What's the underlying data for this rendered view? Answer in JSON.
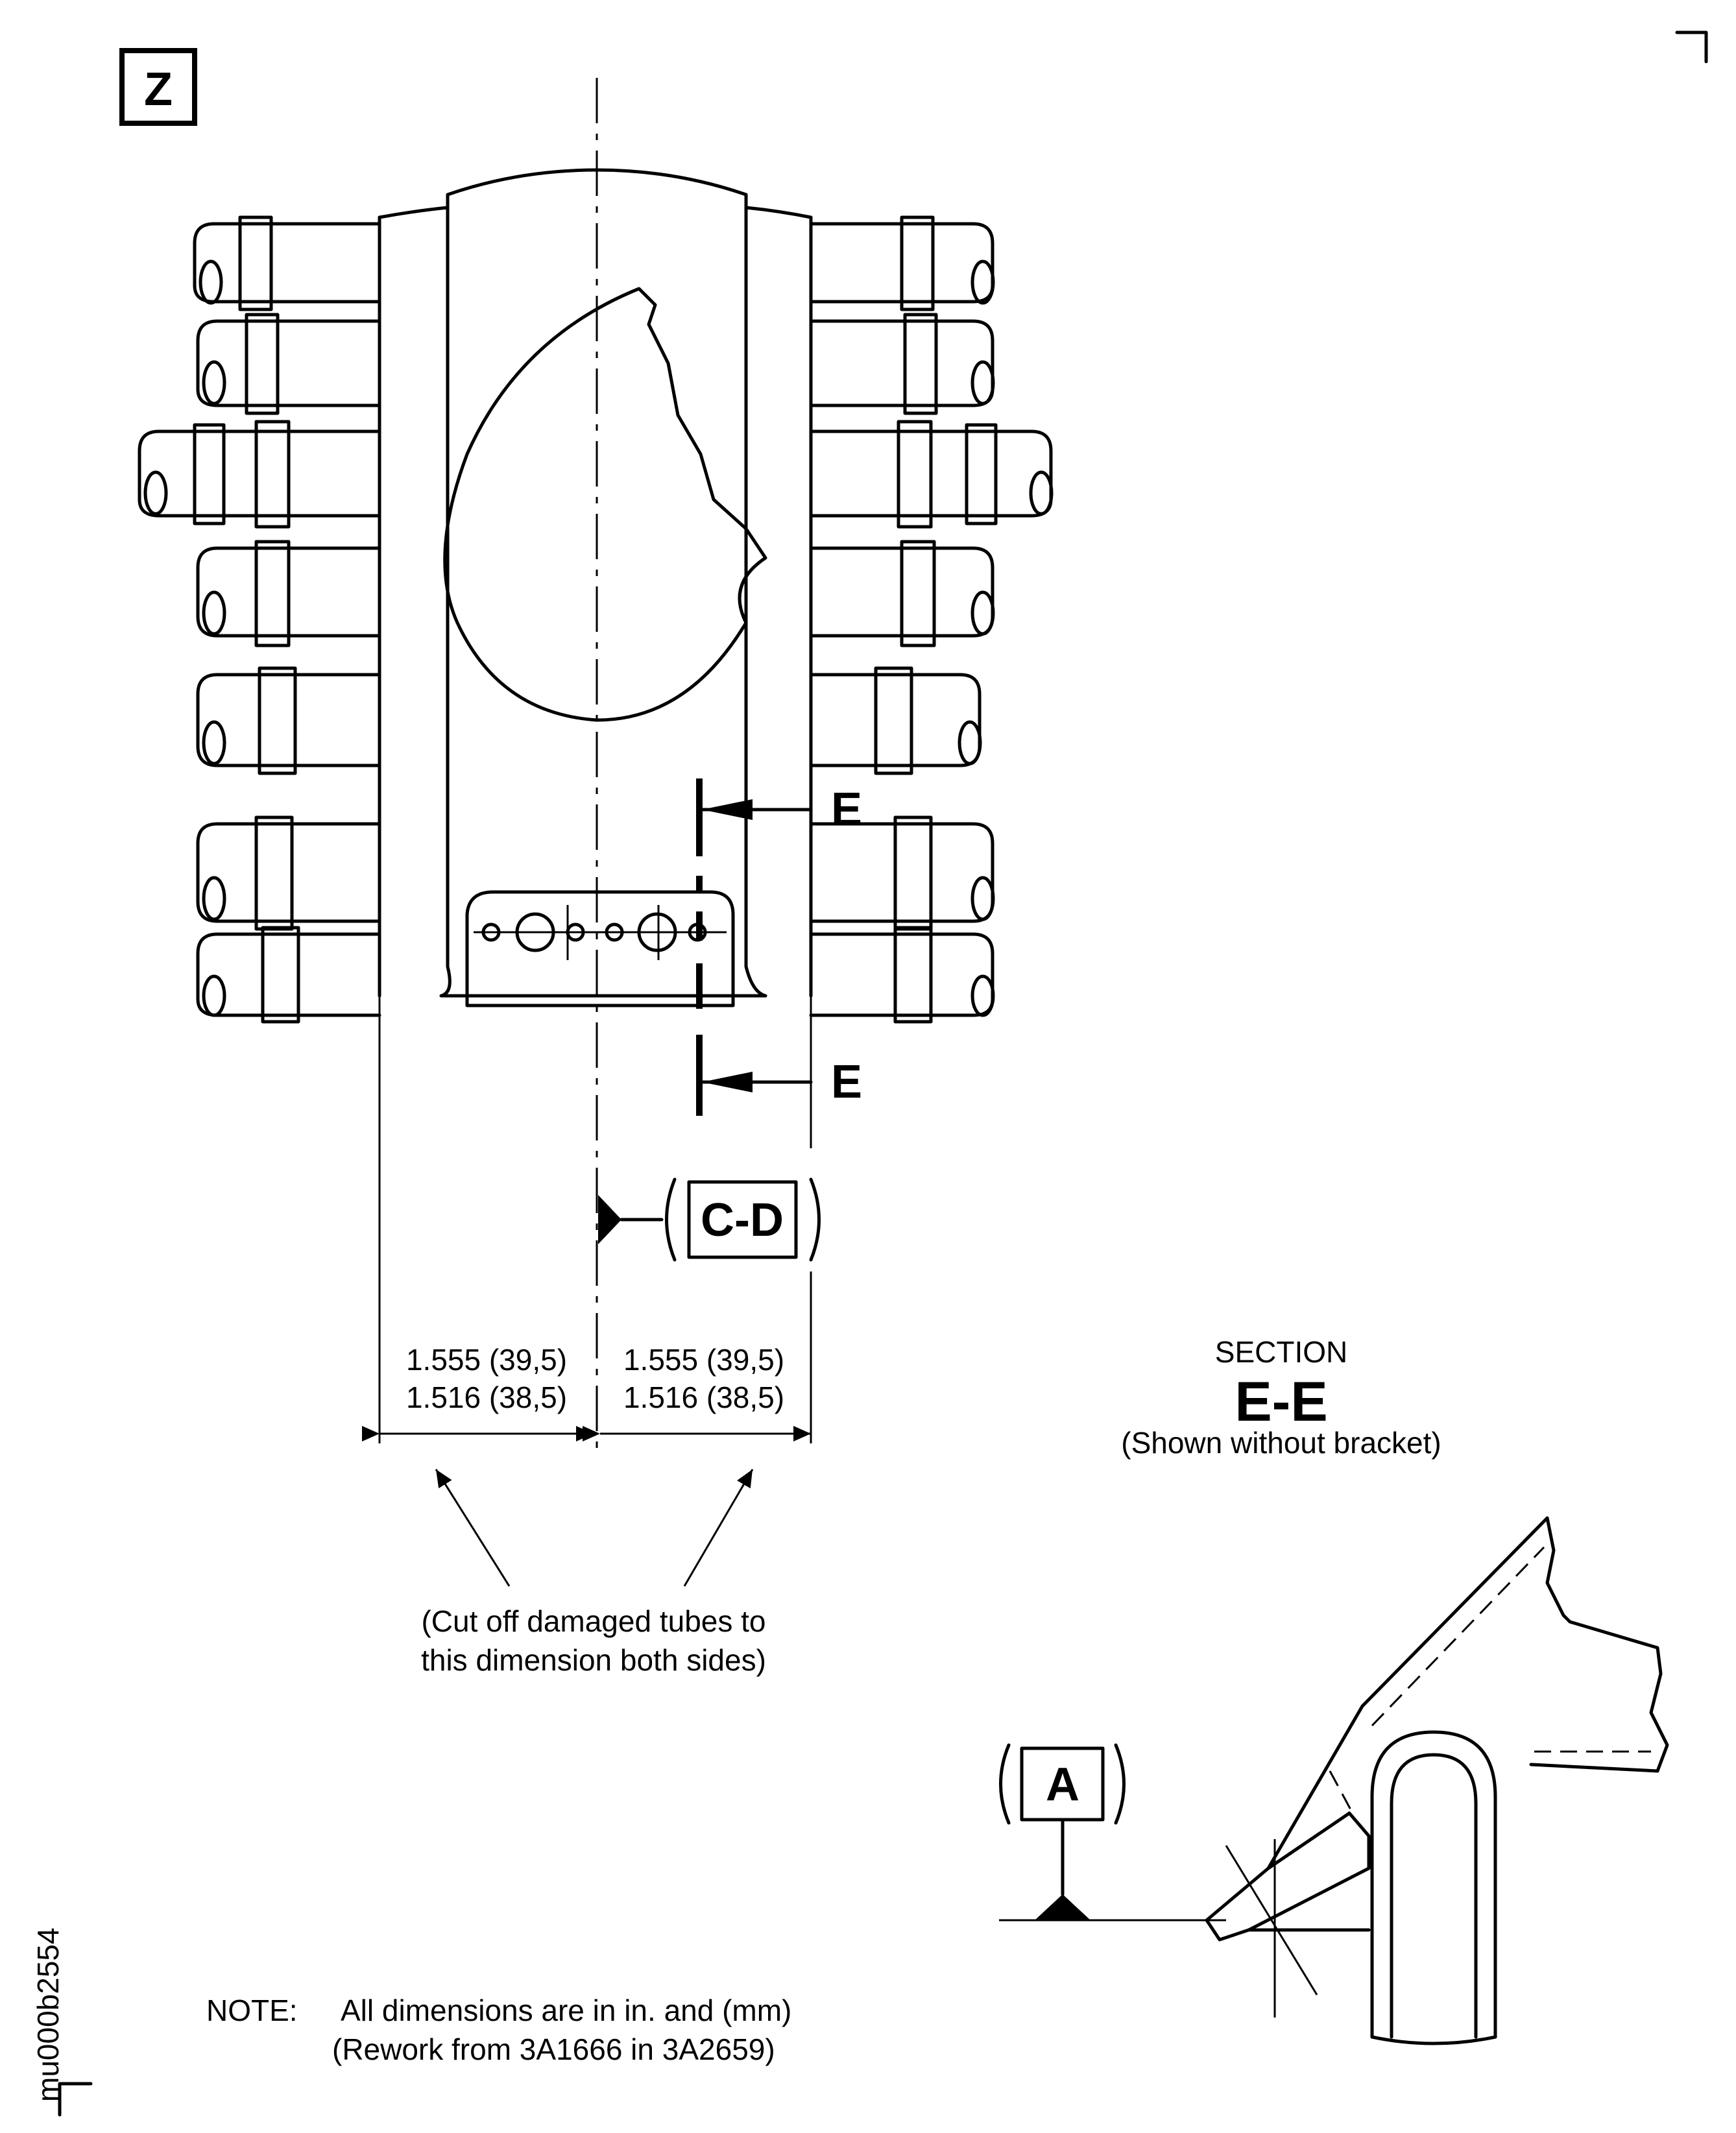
{
  "view_label": "Z",
  "section_marker": "E",
  "datum_cd": "C-D",
  "datum_a": "A",
  "dimensions": {
    "left": {
      "upper": "1.555  (39,5)",
      "lower": "1.516  (38,5)"
    },
    "right": {
      "upper": "1.555  (39,5)",
      "lower": "1.516  (38,5)"
    }
  },
  "callout": {
    "line1": "(Cut off damaged tubes to",
    "line2": "this dimension both sides)"
  },
  "section": {
    "label": "SECTION",
    "name": "E-E",
    "note": "(Shown without bracket)"
  },
  "note": {
    "prefix": "NOTE:",
    "line1": "All dimensions are in in. and (mm)",
    "line2": "(Rework from 3A1666 in 3A2659)"
  },
  "drawing_id": "mu000b2554"
}
